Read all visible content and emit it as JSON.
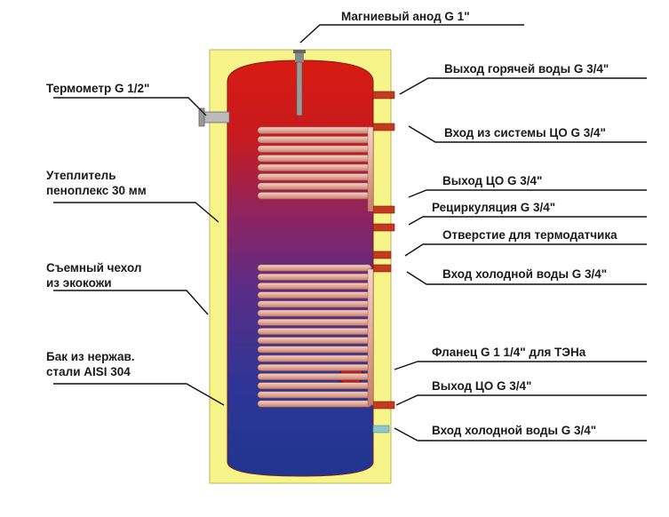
{
  "labels": {
    "anode": "Магниевый анод G 1\"",
    "thermometer": "Термометр G 1/2\"",
    "insulation": "Утеплитель\nпеноплекс 30 мм",
    "cover": "Съемный чехол\nиз экокожи",
    "tank": "Бак из нержав.\nстали AISI 304",
    "hot_out": "Выход горячей воды G 3/4\"",
    "co_in": "Вход из системы ЦО G 3/4\"",
    "co_out_upper": "Выход ЦО G 3/4\"",
    "recirc": "Рециркуляция G 3/4\"",
    "sensor": "Отверстие для термодатчика",
    "cold_in_upper": "Вход холодной воды G 3/4\"",
    "flange": "Фланец G 1 1/4\" для ТЭНа",
    "co_out_lower": "Выход ЦО G 3/4\"",
    "cold_in_lower": "Вход холодной воды G 3/4\""
  },
  "colors": {
    "jacket": "#f7f58a",
    "hot": "#d81b12",
    "mid": "#6a2a80",
    "cold": "#24379a",
    "coil": "#e9b9ae",
    "pipe": "#c23a1f",
    "leader": "#111111"
  }
}
